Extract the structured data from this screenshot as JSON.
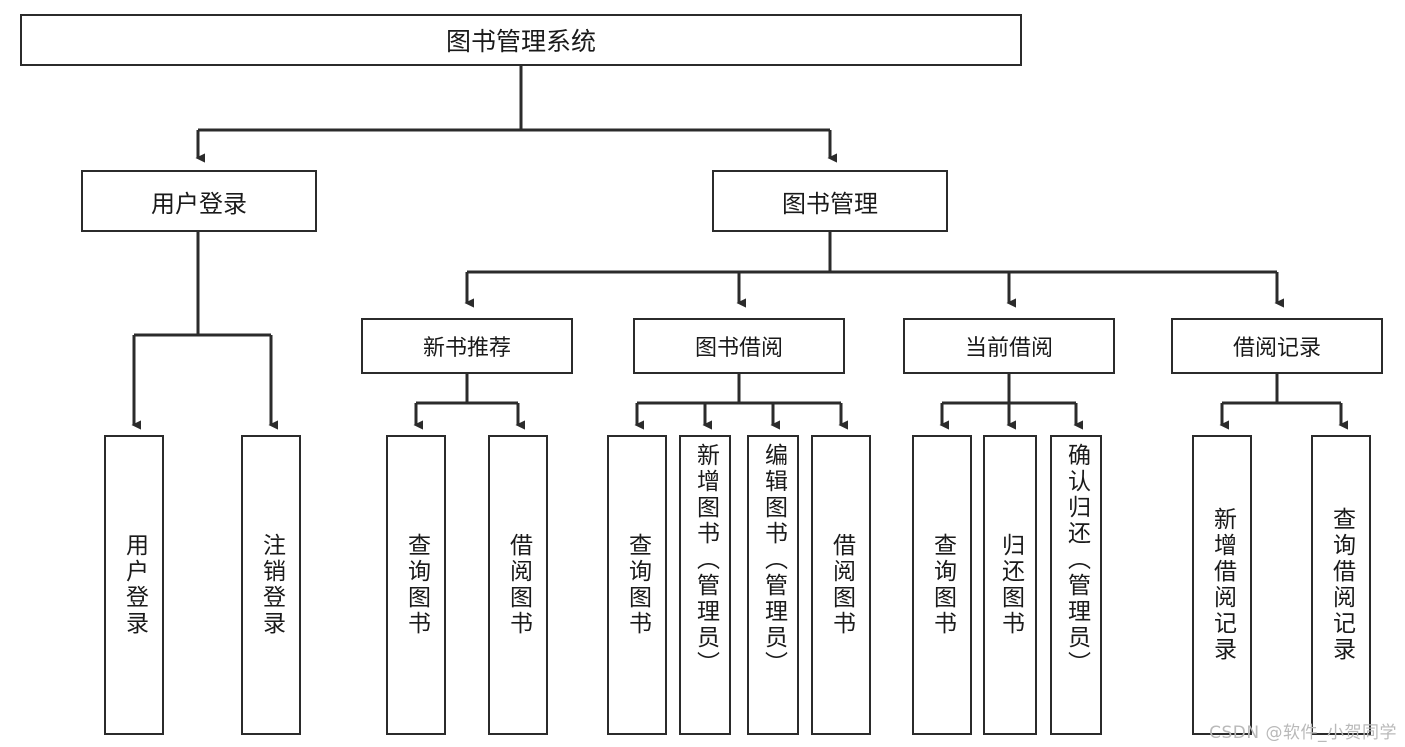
{
  "diagram": {
    "title": "图书管理系统",
    "watermark": "CSDN @软件_小贺同学",
    "root": {
      "label": "图书管理系统"
    },
    "level2": [
      {
        "label": "用户登录"
      },
      {
        "label": "图书管理"
      }
    ],
    "level3": [
      {
        "label": "新书推荐"
      },
      {
        "label": "图书借阅"
      },
      {
        "label": "当前借阅"
      },
      {
        "label": "借阅记录"
      }
    ],
    "leaves": [
      {
        "label": "用户登录",
        "parent": "用户登录"
      },
      {
        "label": "注销登录",
        "parent": "用户登录"
      },
      {
        "label": "查询图书",
        "parent": "新书推荐"
      },
      {
        "label": "借阅图书",
        "parent": "新书推荐"
      },
      {
        "label": "查询图书",
        "parent": "图书借阅"
      },
      {
        "label": "新增图书（管理员）",
        "parent": "图书借阅"
      },
      {
        "label": "编辑图书（管理员）",
        "parent": "图书借阅"
      },
      {
        "label": "借阅图书",
        "parent": "图书借阅"
      },
      {
        "label": "查询图书",
        "parent": "当前借阅"
      },
      {
        "label": "归还图书",
        "parent": "当前借阅"
      },
      {
        "label": "确认归还（管理员）",
        "parent": "当前借阅"
      },
      {
        "label": "新增借阅记录",
        "parent": "借阅记录"
      },
      {
        "label": "查询借阅记录",
        "parent": "借阅记录"
      }
    ],
    "colors": {
      "stroke": "#2b2b2b",
      "fill": "#ffffff",
      "text": "#1a1a1a",
      "watermark": "#b9b9b9"
    }
  }
}
